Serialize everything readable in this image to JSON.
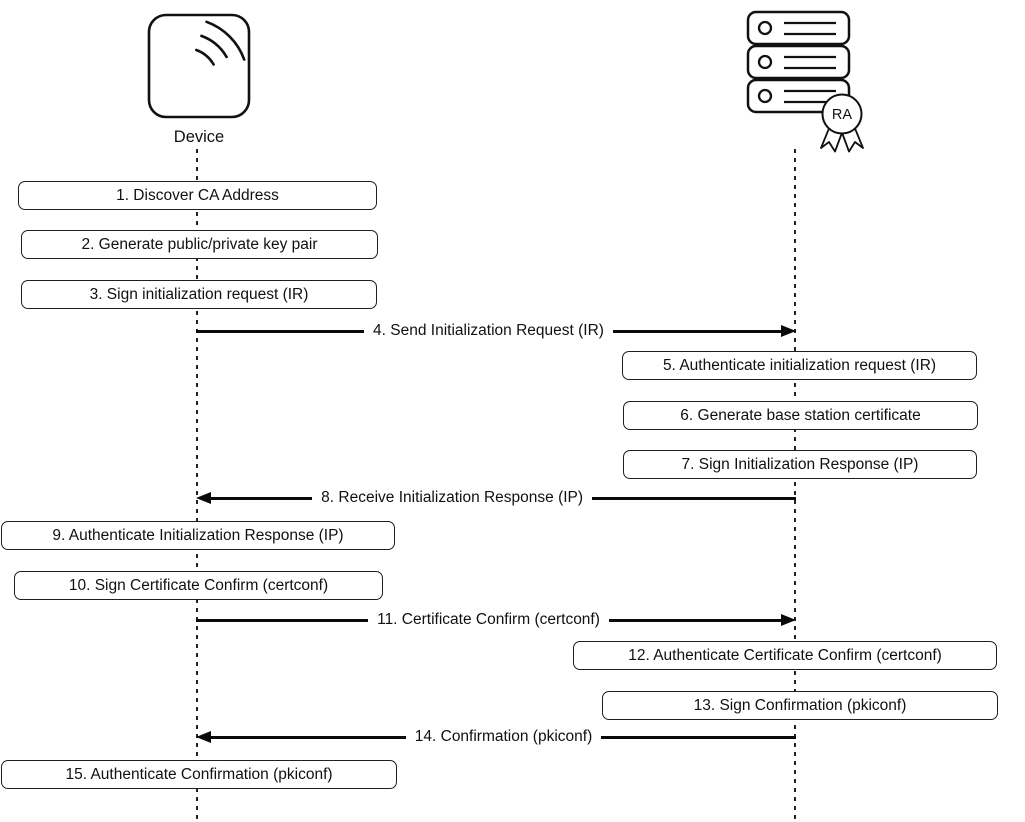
{
  "actors": {
    "device": {
      "label": "Device"
    },
    "ra": {
      "badge": "RA"
    }
  },
  "steps": [
    {
      "label": "1. Discover CA Address",
      "kind": "action",
      "actor": "device"
    },
    {
      "label": "2. Generate public/private key pair",
      "kind": "action",
      "actor": "device"
    },
    {
      "label": "3. Sign initialization request (IR)",
      "kind": "action",
      "actor": "device"
    },
    {
      "label": "4. Send Initialization Request (IR)",
      "kind": "message",
      "from": "device",
      "to": "ra"
    },
    {
      "label": "5. Authenticate initialization request (IR)",
      "kind": "action",
      "actor": "ra"
    },
    {
      "label": "6. Generate base station certificate",
      "kind": "action",
      "actor": "ra"
    },
    {
      "label": "7. Sign Initialization Response (IP)",
      "kind": "action",
      "actor": "ra"
    },
    {
      "label": "8. Receive Initialization Response (IP)",
      "kind": "message",
      "from": "ra",
      "to": "device"
    },
    {
      "label": "9. Authenticate Initialization Response (IP)",
      "kind": "action",
      "actor": "device"
    },
    {
      "label": "10. Sign Certificate Confirm (certconf)",
      "kind": "action",
      "actor": "device"
    },
    {
      "label": "11. Certificate Confirm (certconf)",
      "kind": "message",
      "from": "device",
      "to": "ra"
    },
    {
      "label": "12. Authenticate Certificate Confirm (certconf)",
      "kind": "action",
      "actor": "ra"
    },
    {
      "label": "13. Sign Confirmation (pkiconf)",
      "kind": "action",
      "actor": "ra"
    },
    {
      "label": "14. Confirmation (pkiconf)",
      "kind": "message",
      "from": "ra",
      "to": "device"
    },
    {
      "label": "15. Authenticate Confirmation (pkiconf)",
      "kind": "action",
      "actor": "device"
    }
  ],
  "colors": {
    "stroke": "#111111",
    "background": "#ffffff"
  }
}
